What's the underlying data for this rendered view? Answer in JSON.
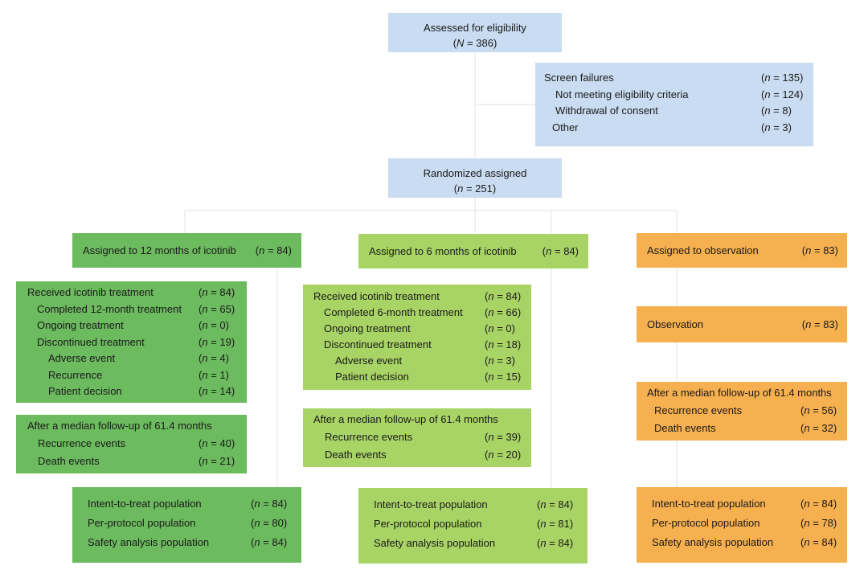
{
  "eligibility": {
    "title": "Assessed for eligibility",
    "n_var": "N",
    "n_val": "386"
  },
  "screen_failures": {
    "rows": [
      {
        "label": "Screen failures",
        "val": "135"
      },
      {
        "label": "Not meeting eligibility criteria",
        "val": "124"
      },
      {
        "label": "Withdrawal of consent",
        "val": "8"
      },
      {
        "label": "Other",
        "val": "3"
      }
    ]
  },
  "randomized": {
    "title": "Randomized assigned",
    "n_var": "n",
    "n_val": "251"
  },
  "arms": [
    {
      "assigned": {
        "label": "Assigned to 12 months of icotinib",
        "val": "84"
      },
      "treatment": [
        {
          "label": "Received icotinib treatment",
          "val": "84"
        },
        {
          "label": "Completed 12-month treatment",
          "val": "65"
        },
        {
          "label": "Ongoing treatment",
          "val": "0"
        },
        {
          "label": "Discontinued treatment",
          "val": "19"
        },
        {
          "label": "Adverse event",
          "val": "4"
        },
        {
          "label": "Recurrence",
          "val": "1"
        },
        {
          "label": "Patient decision",
          "val": "14"
        }
      ],
      "followup": {
        "title": "After a median follow-up of 61.4 months",
        "rows": [
          {
            "label": "Recurrence events",
            "val": "40"
          },
          {
            "label": "Death events",
            "val": "21"
          }
        ]
      },
      "populations": [
        {
          "label": "Intent-to-treat population",
          "val": "84"
        },
        {
          "label": "Per-protocol population",
          "val": "80"
        },
        {
          "label": "Safety analysis population",
          "val": "84"
        }
      ]
    },
    {
      "assigned": {
        "label": "Assigned to 6 months of icotinib",
        "val": "84"
      },
      "treatment": [
        {
          "label": "Received icotinib treatment",
          "val": "84"
        },
        {
          "label": "Completed 6-month treatment",
          "val": "66"
        },
        {
          "label": "Ongoing treatment",
          "val": "0"
        },
        {
          "label": "Discontinued treatment",
          "val": "18"
        },
        {
          "label": "Adverse event",
          "val": "3"
        },
        {
          "label": "Patient decision",
          "val": "15"
        }
      ],
      "followup": {
        "title": "After a median follow-up of 61.4 months",
        "rows": [
          {
            "label": "Recurrence events",
            "val": "39"
          },
          {
            "label": "Death events",
            "val": "20"
          }
        ]
      },
      "populations": [
        {
          "label": "Intent-to-treat population",
          "val": "84"
        },
        {
          "label": "Per-protocol population",
          "val": "81"
        },
        {
          "label": "Safety analysis population",
          "val": "84"
        }
      ]
    },
    {
      "assigned": {
        "label": "Assigned to observation",
        "val": "83"
      },
      "observation": {
        "label": "Observation",
        "val": "83"
      },
      "followup": {
        "title": "After a median follow-up of 61.4 months",
        "rows": [
          {
            "label": "Recurrence events",
            "val": "56"
          },
          {
            "label": "Death events",
            "val": "32"
          }
        ]
      },
      "populations": [
        {
          "label": "Intent-to-treat population",
          "val": "84"
        },
        {
          "label": "Per-protocol population",
          "val": "78"
        },
        {
          "label": "Safety analysis population",
          "val": "84"
        }
      ]
    }
  ],
  "colors": {
    "blue_box": "#c9dcf1",
    "arm1_green": "#6dbb5f",
    "arm2_green": "#a8d465",
    "arm3_orange": "#f6b04f",
    "connector": "#e2e2e2"
  }
}
